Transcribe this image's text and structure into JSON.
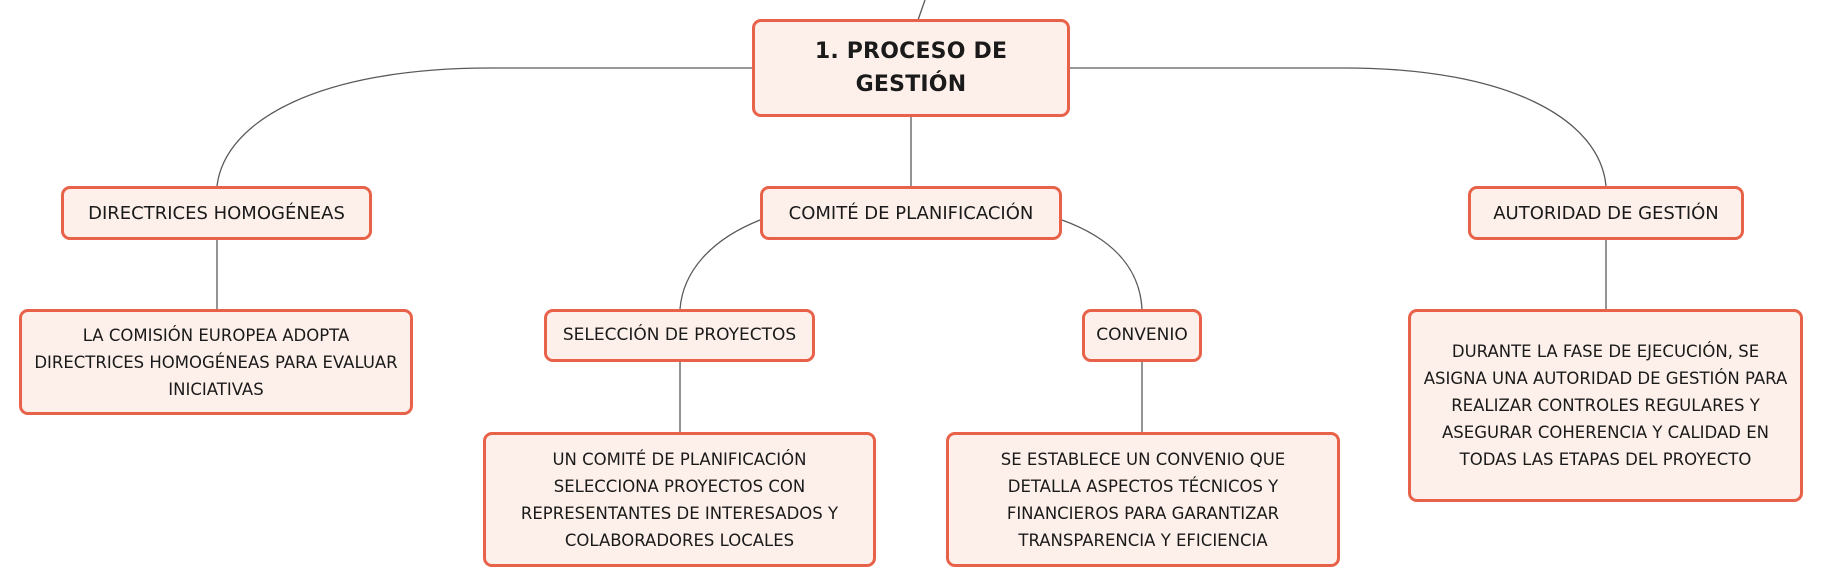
{
  "diagram": {
    "root": {
      "label": "1. PROCESO DE GESTIÓN"
    },
    "topics": {
      "directrices": {
        "label": "DIRECTRICES HOMOGÉNEAS",
        "description": "LA COMISIÓN EUROPEA ADOPTA DIRECTRICES HOMOGÉNEAS PARA EVALUAR INICIATIVAS"
      },
      "comite": {
        "label": "COMITÉ DE PLANIFICACIÓN",
        "children": {
          "seleccion": {
            "label": "SELECCIÓN DE PROYECTOS",
            "description": "UN COMITÉ DE PLANIFICACIÓN SELECCIONA PROYECTOS CON REPRESENTANTES DE INTERESADOS Y COLABORADORES LOCALES"
          },
          "convenio": {
            "label": "CONVENIO",
            "description": "SE ESTABLECE UN CONVENIO QUE DETALLA ASPECTOS TÉCNICOS Y FINANCIEROS PARA GARANTIZAR TRANSPARENCIA Y EFICIENCIA"
          }
        }
      },
      "autoridad": {
        "label": "AUTORIDAD DE GESTIÓN",
        "description": "DURANTE LA FASE DE EJECUCIÓN, SE ASIGNA UNA AUTORIDAD DE GESTIÓN PARA REALIZAR CONTROLES REGULARES Y ASEGURAR COHERENCIA Y CALIDAD EN TODAS LAS ETAPAS DEL PROYECTO"
      }
    }
  },
  "colors": {
    "node_border": "#e8624a",
    "node_fill": "#fdf0ea",
    "connector": "#5a5a5a",
    "text": "#1a1a1a"
  }
}
